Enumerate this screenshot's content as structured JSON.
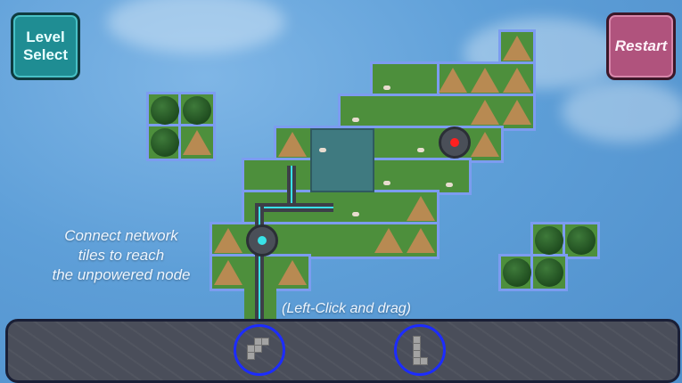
{
  "buttons": {
    "level_select": "Level\nSelect",
    "restart": "Restart"
  },
  "hint": {
    "line1": "Connect network",
    "line2": "tiles to reach",
    "line3": "the unpowered node",
    "drag": "(Left-Click and drag)"
  },
  "tray": {
    "pieces": [
      "s-piece",
      "l-piece"
    ]
  },
  "colors": {
    "sky": "#5e9fd8",
    "level_select_bg": "#1f8d93",
    "restart_bg": "#b0537d",
    "grass": "#4d8f3c",
    "outline": "#7c9cf0",
    "wire": "#39e2e8",
    "unpowered_node": "#ff2020",
    "slot_ring": "#1c2cff"
  }
}
